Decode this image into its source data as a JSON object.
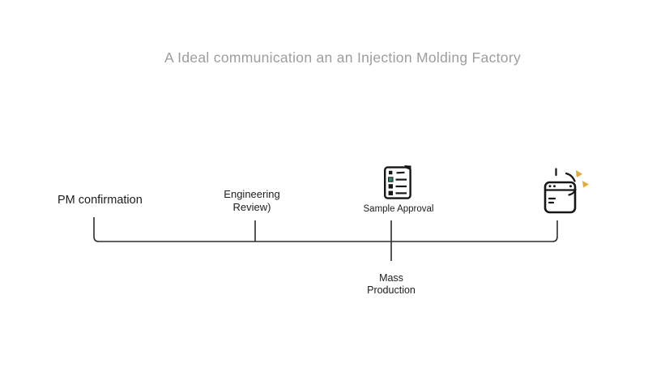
{
  "title": "A Ideal communication an an Injection Molding Factory",
  "stages": {
    "pm_confirmation": {
      "label": "PM confirmation"
    },
    "engineering_review": {
      "line1": "Engineering",
      "line2": "Review)"
    },
    "sample_approval": {
      "label": "Sample Approval",
      "icon": "checklist-icon"
    },
    "mass_production": {
      "line1": "Mass",
      "line2": "Production"
    },
    "completion": {
      "icon": "machine-sparkle-icon"
    }
  },
  "colors": {
    "background": "#ffffff",
    "title_text": "#9d9d9d",
    "label_text": "#1c1c1c",
    "line": "#2d2d2d",
    "icon_stroke": "#161616",
    "check_green": "#2e8b6a",
    "sparkle_gold": "#e2aa38"
  }
}
